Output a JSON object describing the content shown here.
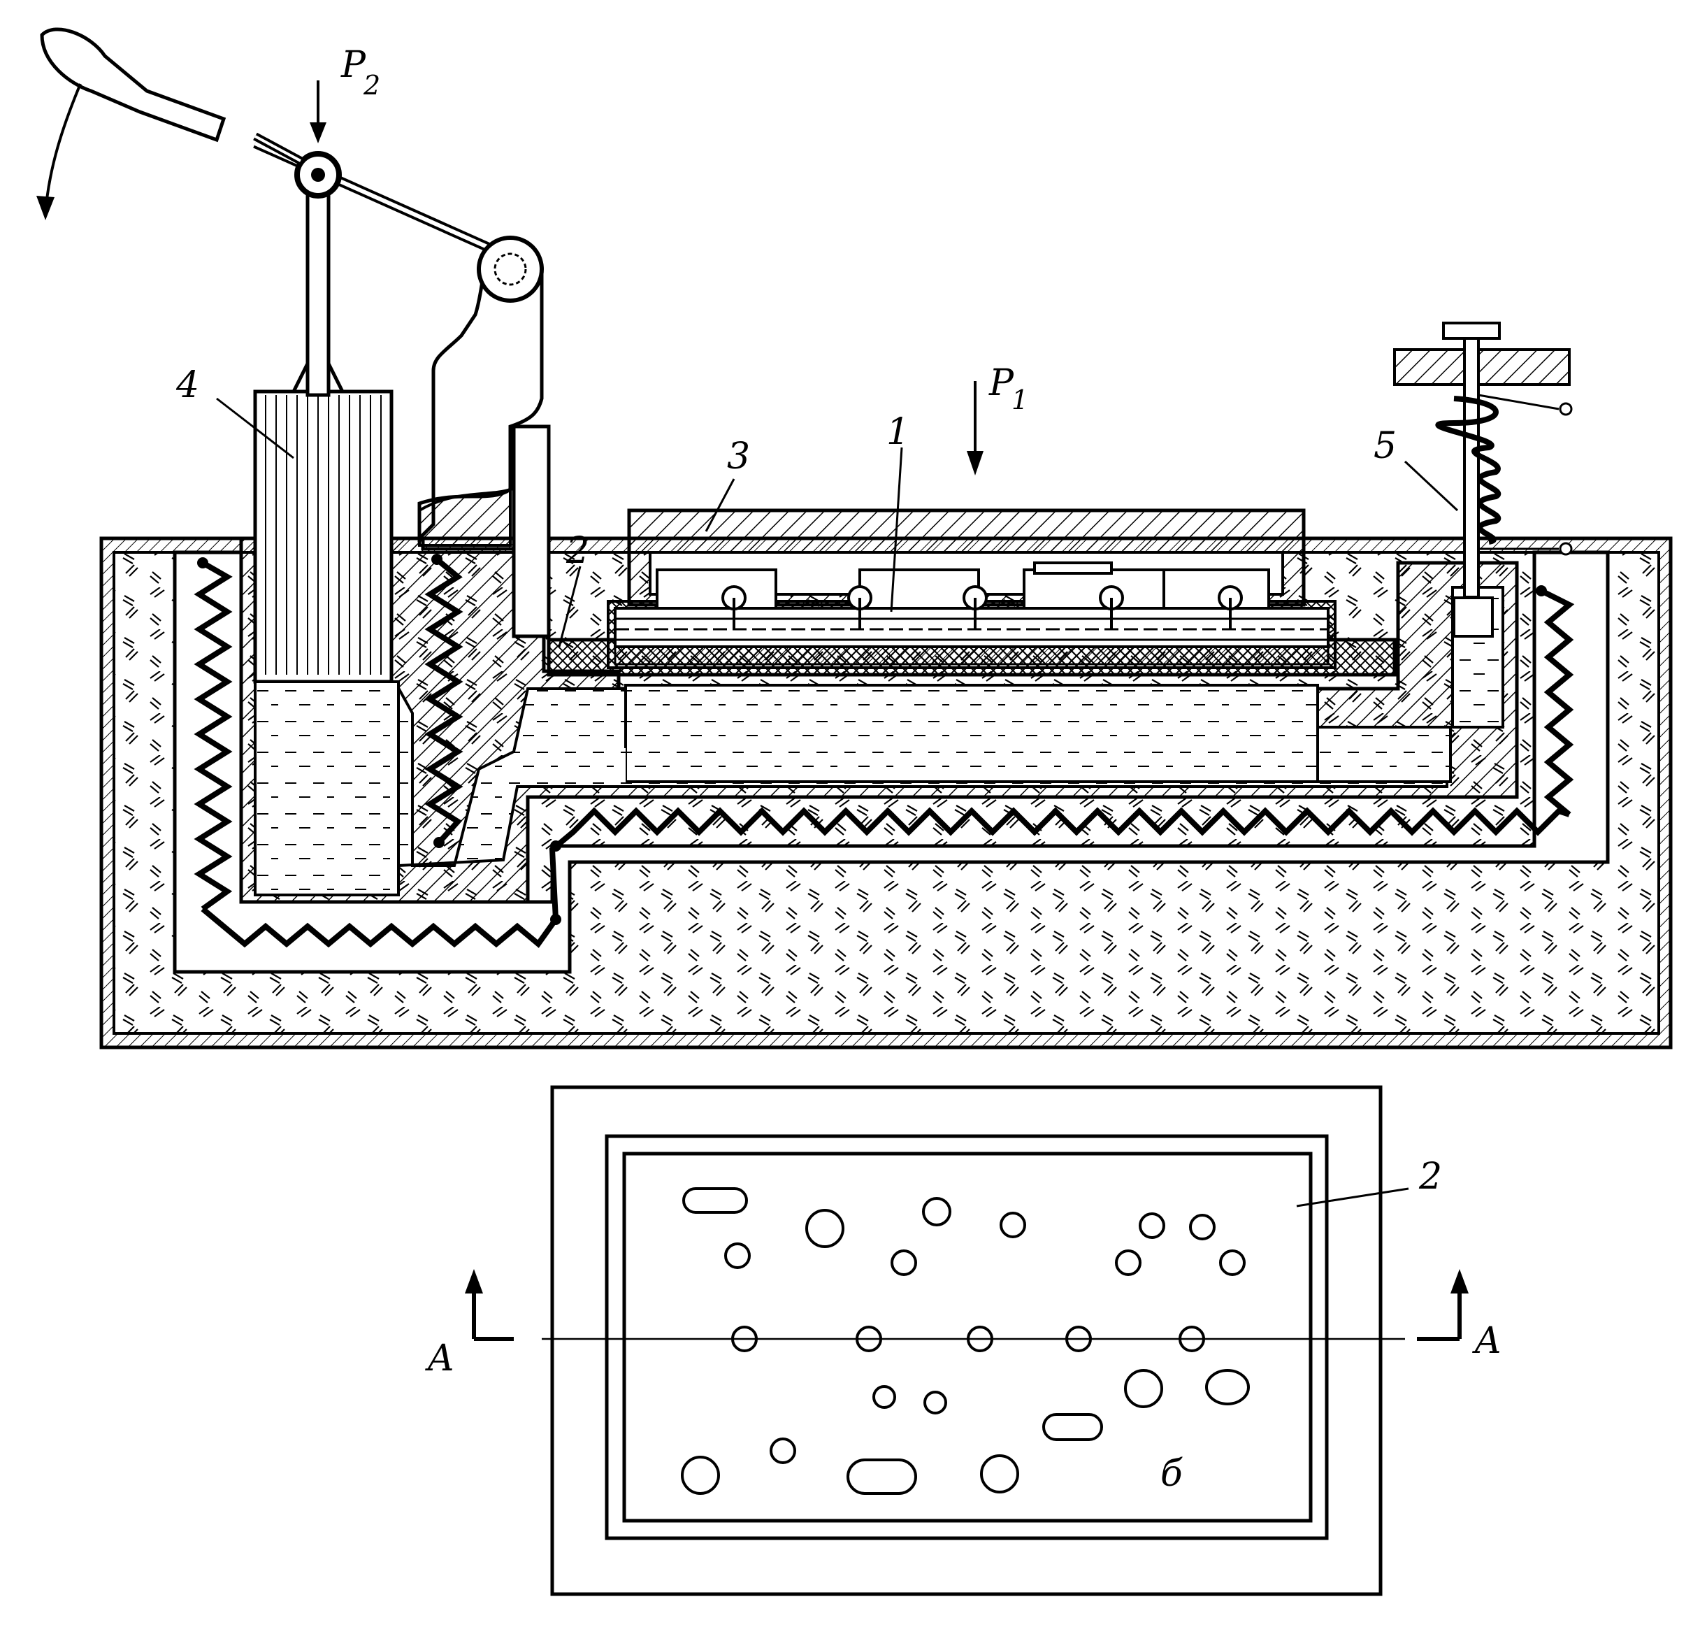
{
  "labels": {
    "p1": "P",
    "p1_sub": "1",
    "p2": "P",
    "p2_sub": "2",
    "n1": "1",
    "n2": "2",
    "n3": "3",
    "n4": "4",
    "n5": "5",
    "plan_n2": "2",
    "section_left": "A",
    "section_right": "A",
    "view_b": "б"
  },
  "colors": {
    "ink": "#000000",
    "paper": "#ffffff"
  }
}
